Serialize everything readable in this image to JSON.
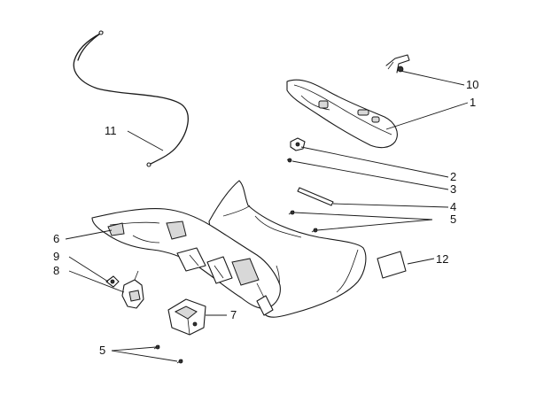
{
  "callouts": [
    {
      "id": "c1",
      "label": "1"
    },
    {
      "id": "c2",
      "label": "2"
    },
    {
      "id": "c3",
      "label": "3"
    },
    {
      "id": "c4",
      "label": "4"
    },
    {
      "id": "c5a",
      "label": "5"
    },
    {
      "id": "c5b",
      "label": "5"
    },
    {
      "id": "c6",
      "label": "6"
    },
    {
      "id": "c7",
      "label": "7"
    },
    {
      "id": "c8",
      "label": "8"
    },
    {
      "id": "c9",
      "label": "9"
    },
    {
      "id": "c10",
      "label": "10"
    },
    {
      "id": "c11",
      "label": "11"
    },
    {
      "id": "c12",
      "label": "12"
    }
  ],
  "colors": {
    "line": "#1a1a1a",
    "background": "#ffffff"
  }
}
